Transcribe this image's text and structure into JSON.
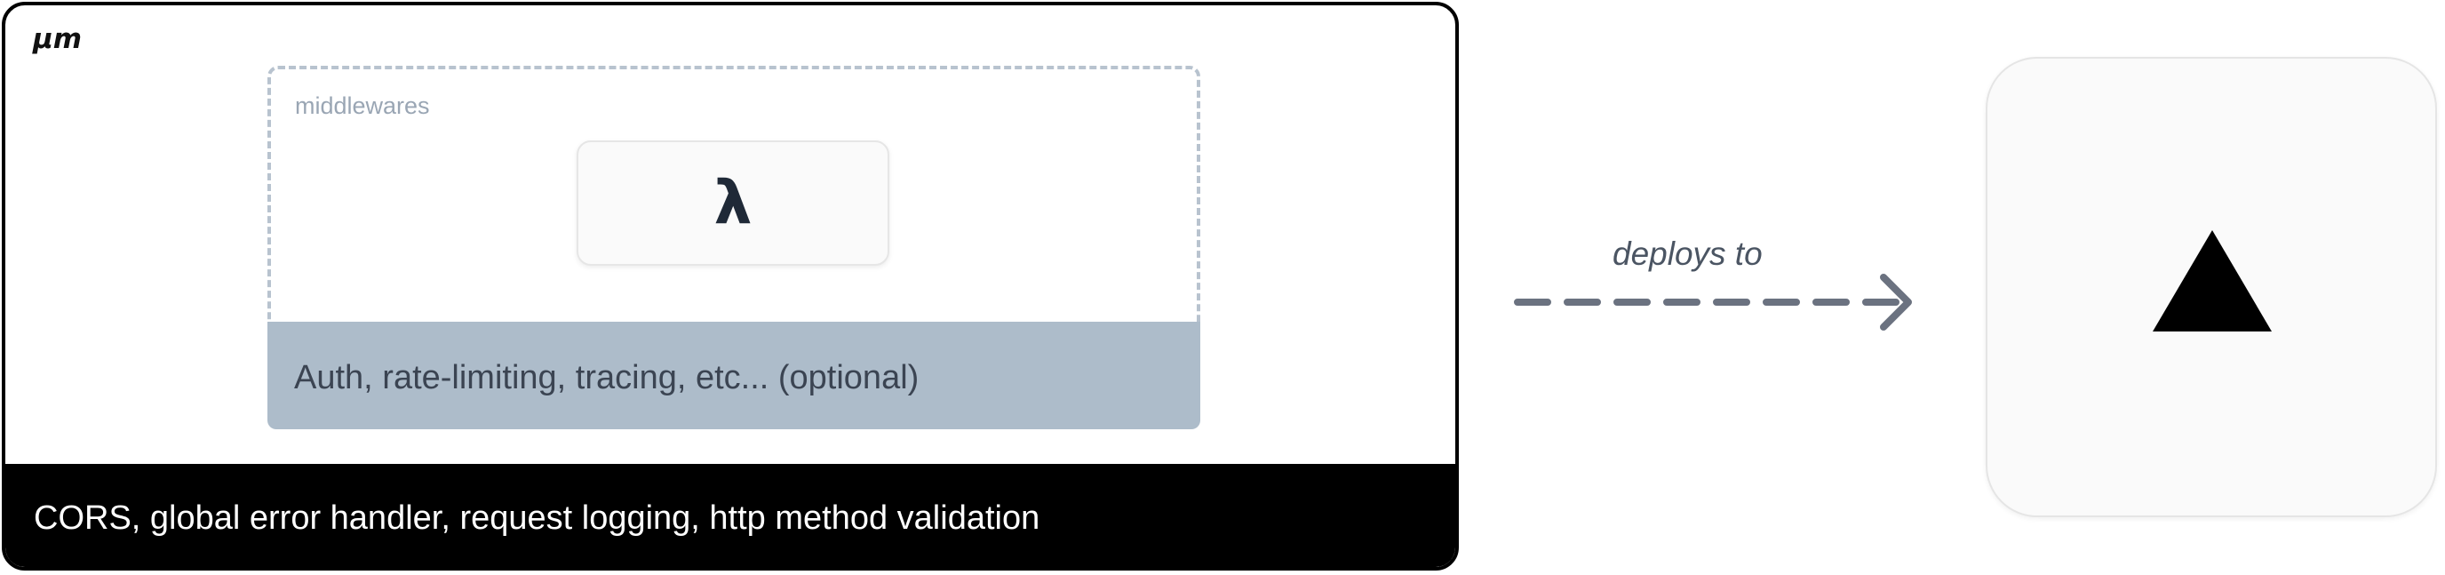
{
  "app": {
    "label": "μm",
    "middlewares_label": "middlewares",
    "handler_symbol": "λ",
    "optional_middleware_text": "Auth, rate-limiting, tracing, etc... (optional)",
    "global_middleware_text": "CORS, global error handler, request logging, http method validation"
  },
  "arrow": {
    "label": "deploys to",
    "color": "#6b7280"
  },
  "target": {
    "icon": "triangle-icon",
    "color": "#000000"
  },
  "colors": {
    "outline": "#000000",
    "dashed_border": "#b8c3cf",
    "optional_band": "#adbcca",
    "global_band": "#000000"
  }
}
